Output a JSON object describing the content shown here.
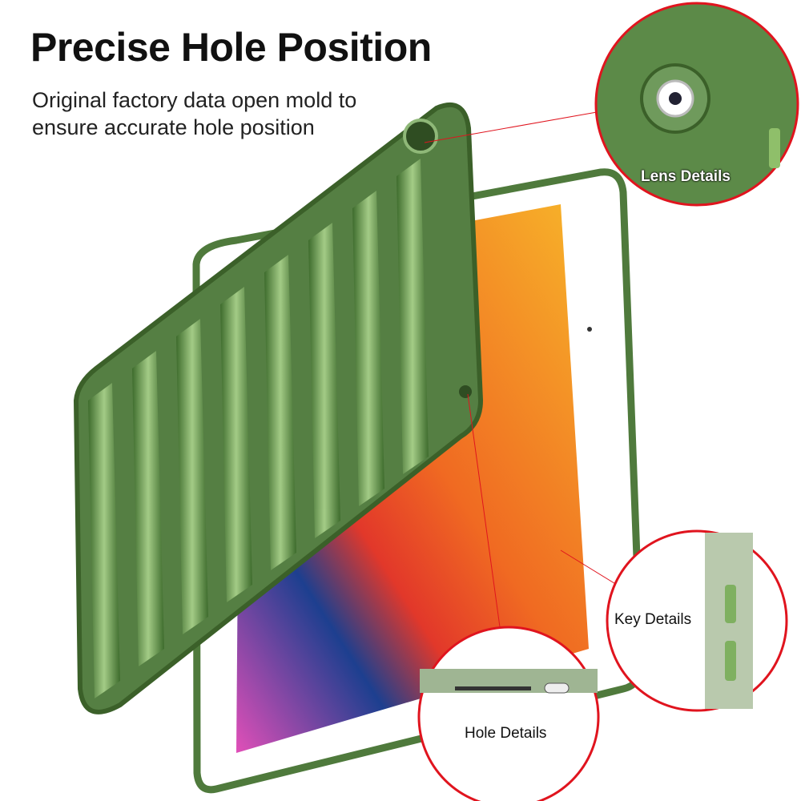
{
  "heading": "Precise Hole Position",
  "subtitle": [
    "Original factory data open mold to",
    "ensure accurate hole position"
  ],
  "callouts": {
    "lens": "Lens Details",
    "key": "Key Details",
    "hole": "Hole Details"
  },
  "colors": {
    "case_green": "#4f7a3c",
    "callout_red": "#e0141e"
  }
}
